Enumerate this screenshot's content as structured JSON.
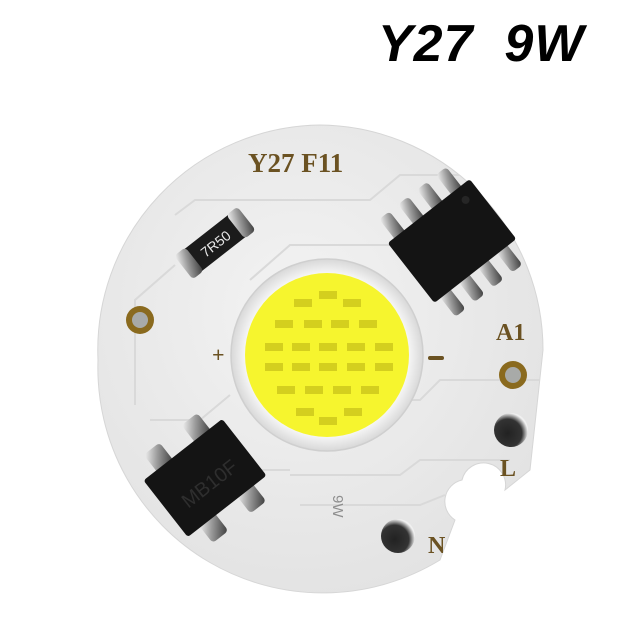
{
  "title": "Y27  9W",
  "board": {
    "model_label": "Y27 F11",
    "resistor_code": "7R50",
    "bridge_code": "MB10F",
    "ic_code": "",
    "polarity_plus": "+",
    "polarity_minus": "−",
    "pad_a1_label": "A1",
    "pad_l_label": "L",
    "pad_n_label": "N",
    "wattage_mark": "9W"
  },
  "colors": {
    "board": "#ececec",
    "trace": "#dcdcdc",
    "silkscreen": "#6b5222",
    "led_yellow": "#f6f52e",
    "led_chip": "#d4cf1e",
    "component_black": "#141414",
    "pad_gold": "#8a6a1e"
  },
  "led_chips": {
    "rows": [
      2,
      4,
      5,
      5,
      4,
      2
    ],
    "top_single": 1,
    "bottom_single": 1
  }
}
